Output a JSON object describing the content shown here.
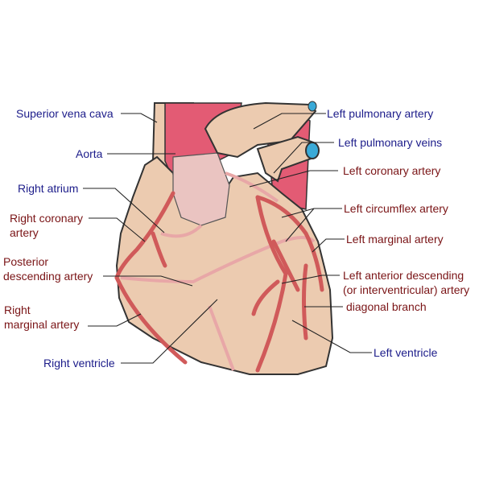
{
  "colors": {
    "heart": "#eccbb0",
    "aorta": "#e35b74",
    "artery": "#d05a5a",
    "vein": "#e8a7a7",
    "atrium": "#eac4c1",
    "blue_label": "#1c1c8a",
    "red_label": "#7a1416"
  },
  "labels": {
    "superior_vena_cava": "Superior vena cava",
    "aorta": "Aorta",
    "right_atrium": "Right atrium",
    "right_coronary_artery_1": "Right coronary",
    "right_coronary_artery_2": "artery",
    "posterior_descending_1": "Posterior",
    "posterior_descending_2": "descending artery",
    "right_marginal_1": "Right",
    "right_marginal_2": "marginal artery",
    "right_ventricle": "Right ventricle",
    "left_pulmonary_artery": "Left pulmonary artery",
    "left_pulmonary_veins": "Left pulmonary veins",
    "left_coronary_artery": "Left coronary artery",
    "left_circumflex_artery": "Left circumflex artery",
    "left_marginal_artery": "Left marginal artery",
    "lad_1": "Left anterior descending",
    "lad_2": "(or interventricular) artery",
    "diagonal_branch": "diagonal branch",
    "left_ventricle": "Left ventricle"
  }
}
